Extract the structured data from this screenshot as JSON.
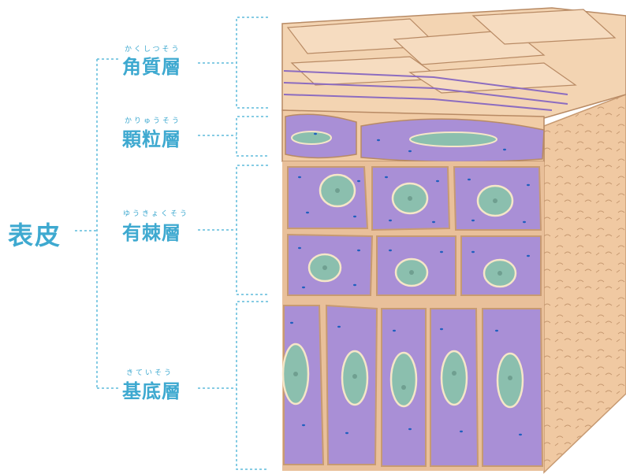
{
  "title": "表皮",
  "layers": [
    {
      "name": "角質層",
      "reading": "かくしつそう"
    },
    {
      "name": "顆粒層",
      "reading": "かりゅうそう"
    },
    {
      "name": "有棘層",
      "reading": "ゆうきょくそう"
    },
    {
      "name": "基底層",
      "reading": "きていそう"
    }
  ],
  "colors": {
    "label": "#3ea9d0",
    "cytoplasm": "#a98fd6",
    "skin": "#f1cca6",
    "nucleus": "#8bbfae",
    "granule": "#1f5fbf"
  }
}
